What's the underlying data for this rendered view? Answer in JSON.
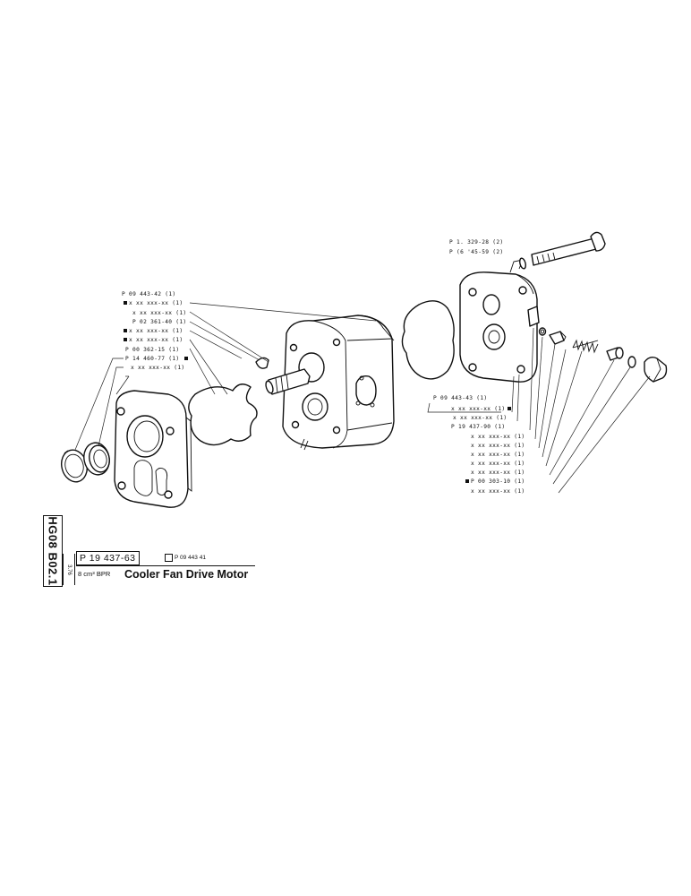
{
  "page": {
    "background": "#ffffff",
    "ink": "#111111"
  },
  "labels_left": [
    {
      "text": "P 09 443-42 (1)",
      "marker": false
    },
    {
      "text": "x xx xxx-xx (1)",
      "marker": true
    },
    {
      "text": "x xx xxx-xx (1)",
      "marker": false
    },
    {
      "text": "P 02 361-40 (1)",
      "marker": false
    },
    {
      "text": "x xx xxx-xx (1)",
      "marker": true
    },
    {
      "text": "x xx xxx-xx (1)",
      "marker": true
    },
    {
      "text": "P 00 362-15 (1)",
      "marker": false
    },
    {
      "text": "P 14 460-77 (1)",
      "marker": true
    },
    {
      "text": "x xx xxx-xx (1)",
      "marker": false
    }
  ],
  "labels_top": [
    {
      "text": "P 1. 329-28 (2)"
    },
    {
      "text": "P (6 '45-59 (2)"
    }
  ],
  "labels_right": [
    {
      "text": "P 09 443-43 (1)",
      "marker": false
    },
    {
      "text": "x xx xxx-xx (1)",
      "marker": true
    },
    {
      "text": "x xx xxx-xx (1)",
      "marker": false
    },
    {
      "text": "P 19 437-90 (1)",
      "marker": false
    },
    {
      "text": "x xx xxx-xx (1)",
      "marker": false
    },
    {
      "text": "x xx xxx-xx (1)",
      "marker": false
    },
    {
      "text": "x xx xxx-xx (1)",
      "marker": false
    },
    {
      "text": "x xx xxx-xx (1)",
      "marker": false
    },
    {
      "text": "x xx xxx-xx (1)",
      "marker": false
    },
    {
      "text": "P 00 303-10 (1)",
      "marker": true
    },
    {
      "text": "x xx xxx-xx (1)",
      "marker": false
    }
  ],
  "title_block": {
    "section_code": "HG08 B02.1",
    "date": "3.76",
    "part_number": "P 19  437-63",
    "reference": "P 09 443 41",
    "displacement": "8 cm³  BPR",
    "title": "Cooler Fan Drive Motor"
  }
}
